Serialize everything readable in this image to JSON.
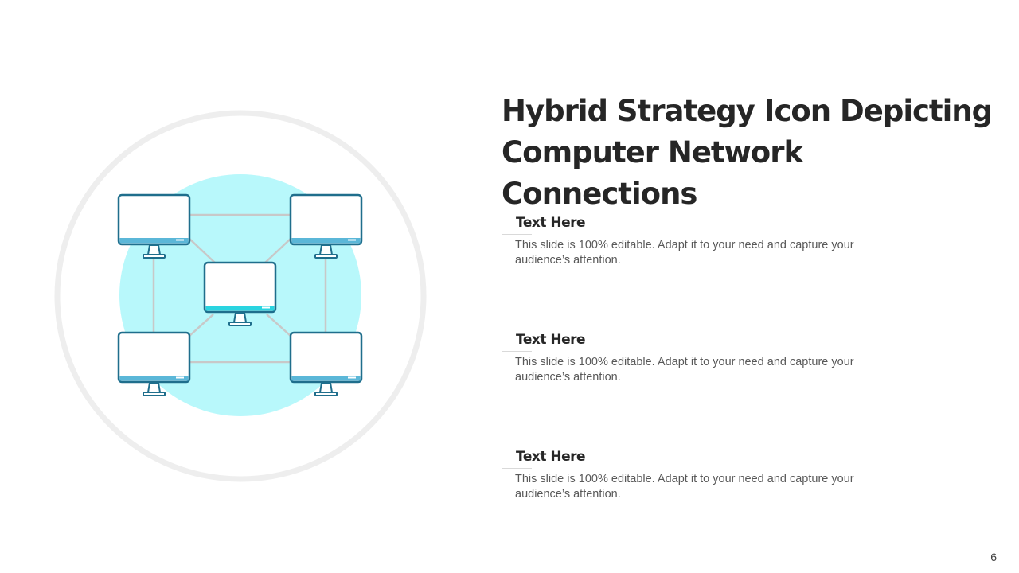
{
  "slide": {
    "title": "Hybrid Strategy Icon Depicting Computer Network Connections",
    "page_number": "6"
  },
  "items": [
    {
      "heading": "Text Here",
      "description": "This slide is 100% editable. Adapt it to your need and capture your audience’s attention."
    },
    {
      "heading": "Text Here",
      "description": "This slide is 100% editable. Adapt it to your need and capture your audience’s attention."
    },
    {
      "heading": "Text Here",
      "description": "This slide is 100% editable. Adapt it to your need and capture your audience’s attention."
    }
  ],
  "colors": {
    "outer_ring": "#eeeeee",
    "inner_circle": "#b8f8fb",
    "monitor_outline": "#1f6e8c",
    "monitor_base": "#5bb7d8",
    "center_monitor_base": "#2ad4e0",
    "connector": "#c8c8c8"
  },
  "icons": [
    "computer-monitor-icon",
    "network-connection-icon"
  ]
}
